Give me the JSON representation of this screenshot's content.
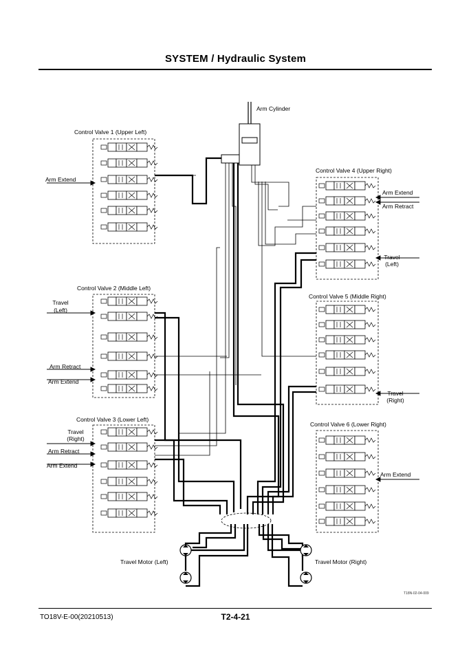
{
  "header": {
    "title": "SYSTEM / Hydraulic System"
  },
  "footer": {
    "doc_code": "TO18V-E-00(20210513)",
    "page_number": "T2-4-21"
  },
  "figure_id": "T18N-02-04-009",
  "components": {
    "arm_cylinder": "Arm Cylinder",
    "cv1": "Control Valve 1 (Upper Left)",
    "cv2": "Control Valve 2 (Middle Left)",
    "cv3": "Control Valve 3 (Lower Left)",
    "cv4": "Control Valve 4 (Upper Right)",
    "cv5": "Control Valve 5 (Middle Right)",
    "cv6": "Control Valve 6 (Lower Right)",
    "travel_motor_left": "Travel Motor (Left)",
    "travel_motor_right": "Travel Motor (Right)"
  },
  "port_labels": {
    "cv1_arm_extend": "Arm Extend",
    "cv2_travel_1": "Travel",
    "cv2_travel_2": "(Left)",
    "cv2_arm_retract": "Arm Retract",
    "cv2_arm_extend": "Arm Extend",
    "cv3_travel_1": "Travel",
    "cv3_travel_2": "(Right)",
    "cv3_arm_retract": "Arm Retract",
    "cv3_arm_extend": "Arm Extend",
    "cv4_arm_extend": "Arm Extend",
    "cv4_arm_retract": "Arm Retract",
    "cv4_travel_1": "Travel",
    "cv4_travel_2": "(Left)",
    "cv5_travel_1": "Travel",
    "cv5_travel_2": "(Right)",
    "cv6_arm_extend": "Arm Extend"
  }
}
